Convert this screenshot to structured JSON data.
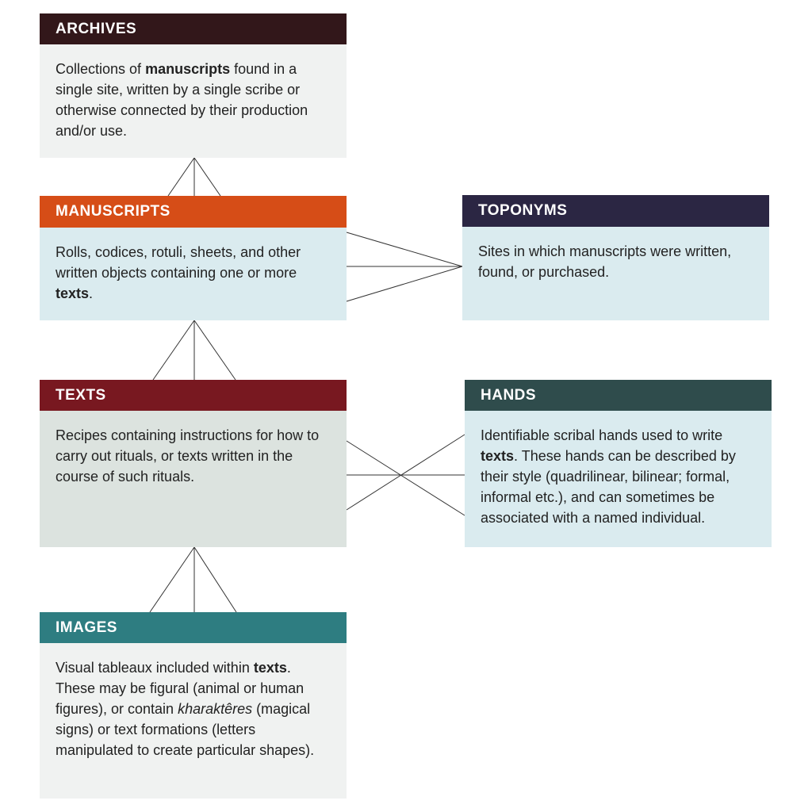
{
  "entities": {
    "archives": {
      "title": "ARCHIVES",
      "desc": [
        {
          "t": "Collections of "
        },
        {
          "t": "manuscripts",
          "b": true
        },
        {
          "t": " found in a single site, written by a single scribe or otherwise connected by their production and/or use."
        }
      ]
    },
    "manuscripts": {
      "title": "MANUSCRIPTS",
      "desc": [
        {
          "t": "Rolls, codices, rotuli, sheets, and other written objects containing one or more "
        },
        {
          "t": "texts",
          "b": true
        },
        {
          "t": "."
        }
      ]
    },
    "toponyms": {
      "title": "TOPONYMS",
      "desc": [
        {
          "t": "Sites in which manuscripts were written, found, or purchased."
        }
      ]
    },
    "texts": {
      "title": "TEXTS",
      "desc": [
        {
          "t": "Recipes containing instructions for how to carry out rituals, or texts written in the course of such rituals."
        }
      ]
    },
    "hands": {
      "title": "HANDS",
      "desc": [
        {
          "t": "Identifiable scribal hands used to write "
        },
        {
          "t": "texts",
          "b": true
        },
        {
          "t": ". These hands can be described by their style (quadrilinear, bilinear; formal, informal etc.), and can sometimes be associated with a named individual."
        }
      ]
    },
    "images": {
      "title": "IMAGES",
      "desc": [
        {
          "t": "Visual tableaux included within "
        },
        {
          "t": "texts",
          "b": true
        },
        {
          "t": ". These may be figural (animal or human figures), or contain "
        },
        {
          "t": "kharaktêres",
          "i": true
        },
        {
          "t": " (magical signs) or text formations (letters manipulated to create particular shapes)."
        }
      ]
    }
  },
  "colors": {
    "archives": "#32171a",
    "manuscripts": "#d64d17",
    "toponyms": "#2b2643",
    "texts": "#781820",
    "hands": "#2f4c4c",
    "images": "#2e7d81",
    "connector": "#333333"
  },
  "relationships": [
    {
      "from": "archives",
      "to": "manuscripts",
      "cardinality": "one-to-many"
    },
    {
      "from": "toponyms",
      "to": "manuscripts",
      "cardinality": "one-to-many"
    },
    {
      "from": "manuscripts",
      "to": "texts",
      "cardinality": "one-to-many"
    },
    {
      "from": "texts",
      "to": "hands",
      "cardinality": "many-to-many"
    },
    {
      "from": "texts",
      "to": "images",
      "cardinality": "one-to-many"
    }
  ]
}
